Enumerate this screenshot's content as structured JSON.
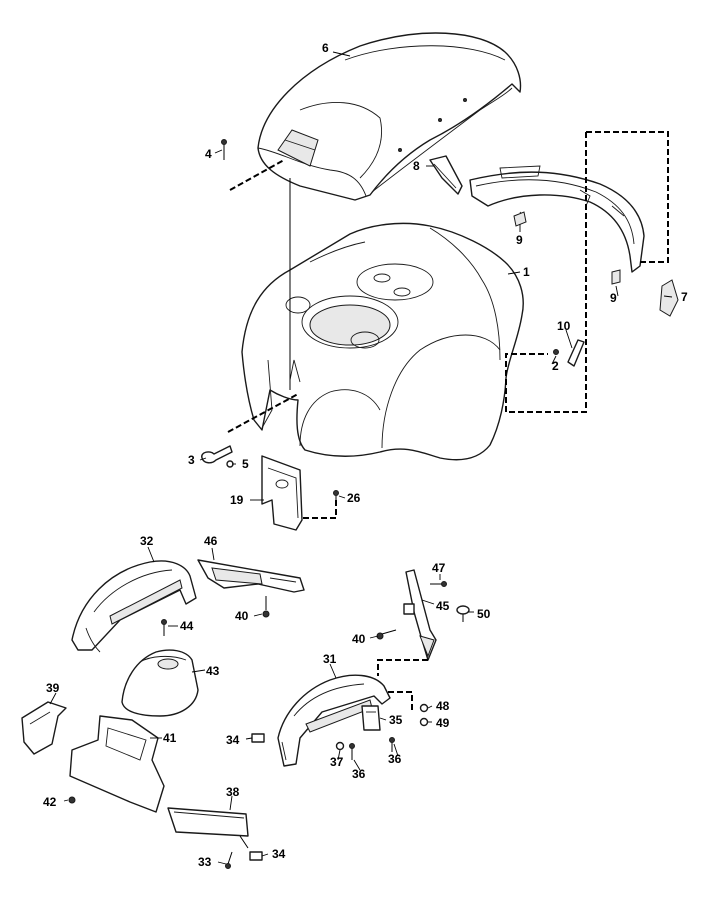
{
  "callouts": [
    {
      "id": "c1",
      "label": "1"
    },
    {
      "id": "c2",
      "label": "2"
    },
    {
      "id": "c3",
      "label": "3"
    },
    {
      "id": "c4",
      "label": "4"
    },
    {
      "id": "c5",
      "label": "5"
    },
    {
      "id": "c6",
      "label": "6"
    },
    {
      "id": "c7",
      "label": "7"
    },
    {
      "id": "c8",
      "label": "8"
    },
    {
      "id": "c9a",
      "label": "9"
    },
    {
      "id": "c9b",
      "label": "9"
    },
    {
      "id": "c10",
      "label": "10"
    },
    {
      "id": "c19",
      "label": "19"
    },
    {
      "id": "c26",
      "label": "26"
    },
    {
      "id": "c31",
      "label": "31"
    },
    {
      "id": "c32",
      "label": "32"
    },
    {
      "id": "c33",
      "label": "33"
    },
    {
      "id": "c34a",
      "label": "34"
    },
    {
      "id": "c34b",
      "label": "34"
    },
    {
      "id": "c35",
      "label": "35"
    },
    {
      "id": "c36a",
      "label": "36"
    },
    {
      "id": "c36b",
      "label": "36"
    },
    {
      "id": "c37",
      "label": "37"
    },
    {
      "id": "c38",
      "label": "38"
    },
    {
      "id": "c39",
      "label": "39"
    },
    {
      "id": "c40a",
      "label": "40"
    },
    {
      "id": "c40b",
      "label": "40"
    },
    {
      "id": "c41",
      "label": "41"
    },
    {
      "id": "c42",
      "label": "42"
    },
    {
      "id": "c43",
      "label": "43"
    },
    {
      "id": "c44",
      "label": "44"
    },
    {
      "id": "c45",
      "label": "45"
    },
    {
      "id": "c46",
      "label": "46"
    },
    {
      "id": "c47",
      "label": "47"
    },
    {
      "id": "c48",
      "label": "48"
    },
    {
      "id": "c49",
      "label": "49"
    },
    {
      "id": "c50",
      "label": "50"
    }
  ]
}
